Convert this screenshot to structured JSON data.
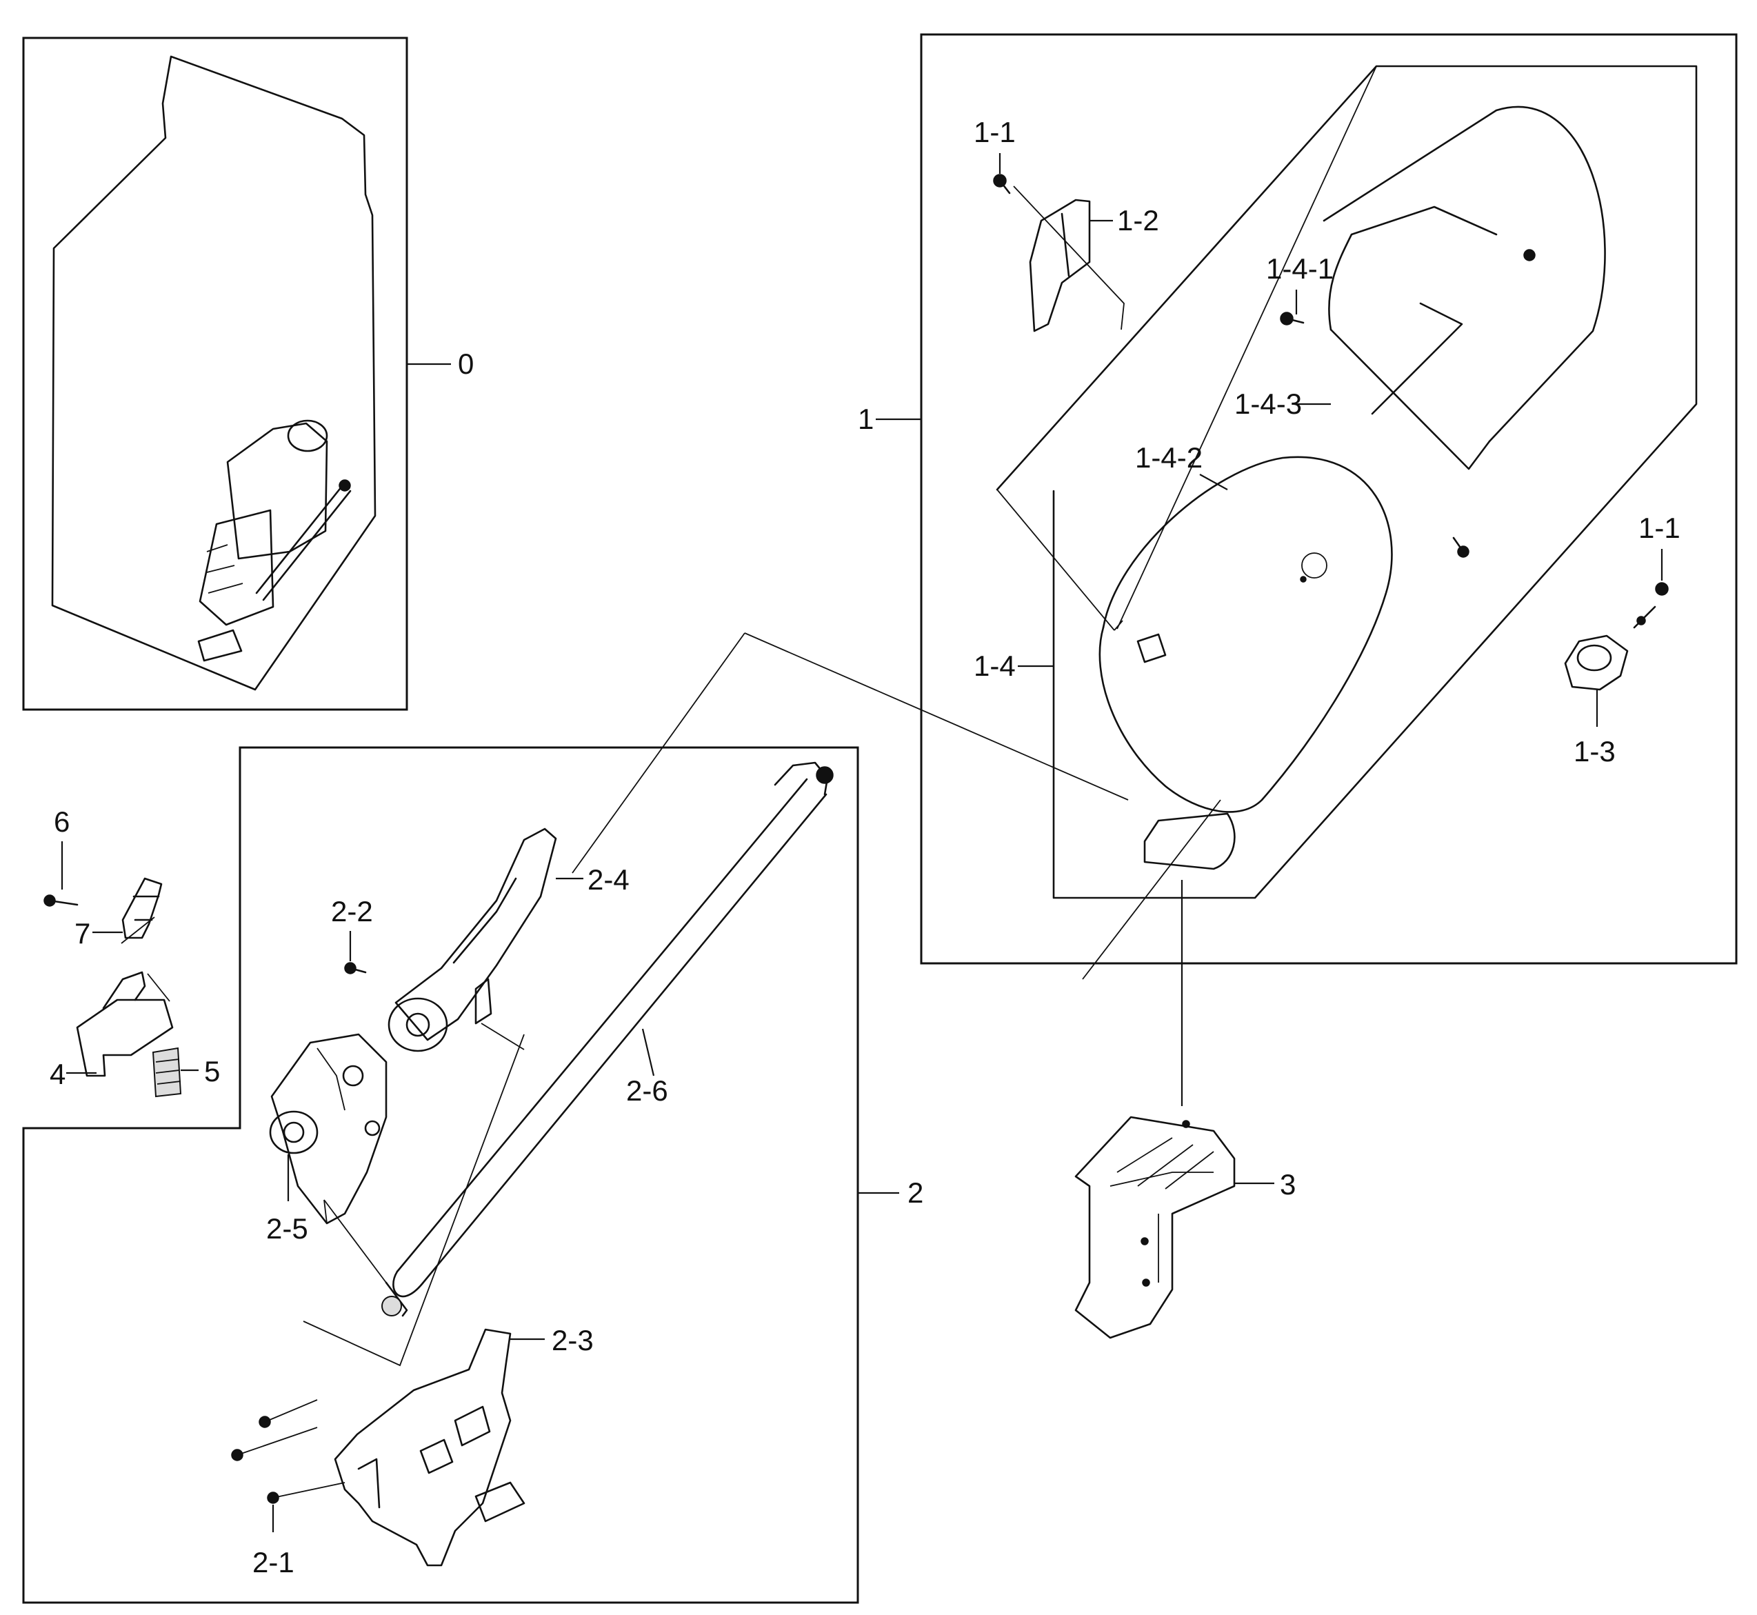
{
  "labels": {
    "l0": "0",
    "l1": "1",
    "l1_1a": "1-1",
    "l1_1b": "1-1",
    "l1_2": "1-2",
    "l1_3": "1-3",
    "l1_4": "1-4",
    "l1_4_1": "1-4-1",
    "l1_4_2": "1-4-2",
    "l1_4_3": "1-4-3",
    "l2": "2",
    "l2_1": "2-1",
    "l2_2": "2-2",
    "l2_3": "2-3",
    "l2_4": "2-4",
    "l2_5": "2-5",
    "l2_6": "2-6",
    "l3": "3",
    "l4": "4",
    "l5": "5",
    "l6": "6",
    "l7": "7"
  }
}
